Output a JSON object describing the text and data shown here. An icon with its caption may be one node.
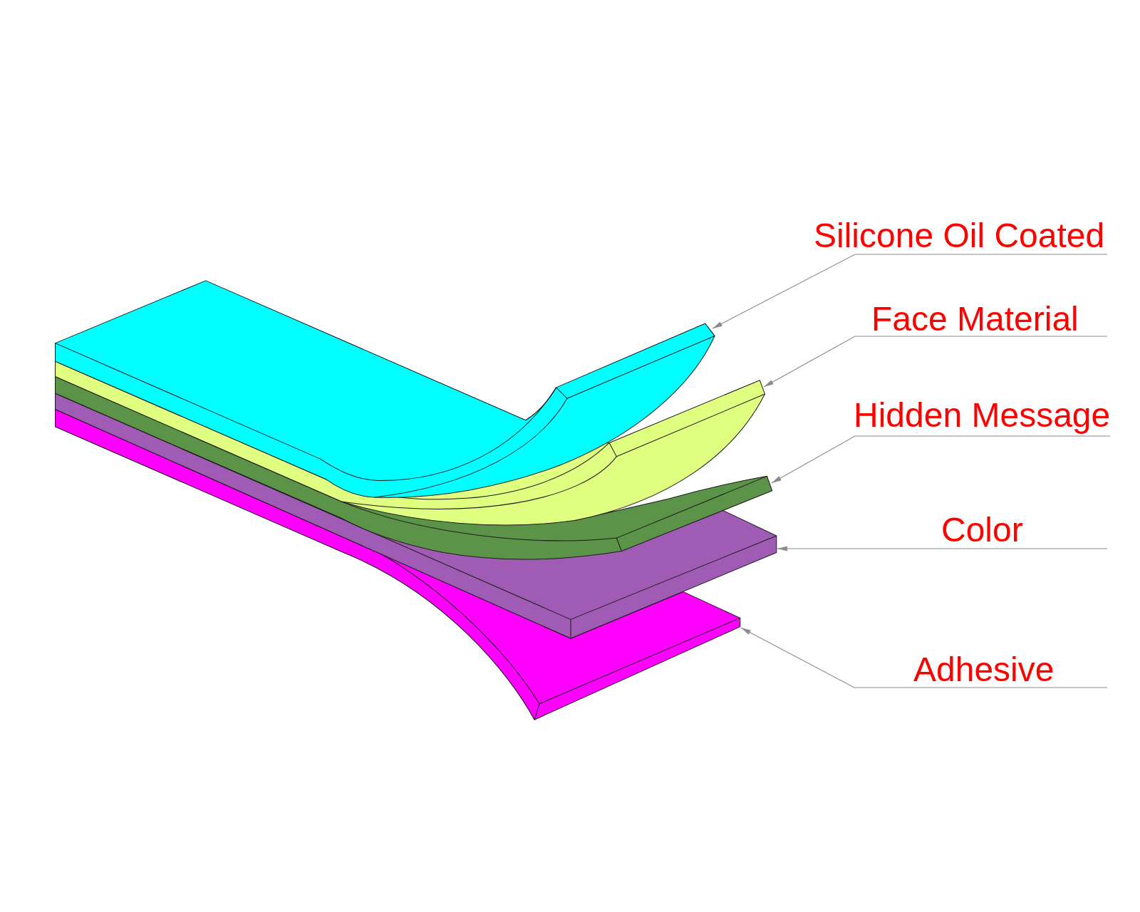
{
  "diagram": {
    "nodes": [
      {
        "text": [],
        "shape": "picture"
      },
      {
        "text": [],
        "shape": "picture"
      },
      {
        "text": [],
        "shape": "picture"
      },
      {
        "text": [],
        "shape": "picture"
      },
      {
        "text": [],
        "shape": "picture"
      },
      {
        "text": [
          "Silicone Oil Coated"
        ]
      },
      {
        "text": [
          "Face Material"
        ]
      },
      {
        "text": [
          "Hidden Message"
        ]
      },
      {
        "text": [
          "Color"
        ]
      },
      {
        "text": [
          "Adhesive"
        ]
      }
    ],
    "edges": [
      {
        "from": 5,
        "to": 0,
        "arrow": "to"
      },
      {
        "from": 6,
        "to": 1,
        "arrow": "to"
      },
      {
        "from": 7,
        "to": 2,
        "arrow": "to"
      },
      {
        "from": 8,
        "to": 3,
        "arrow": "to"
      },
      {
        "from": 9,
        "to": 4,
        "arrow": "to"
      }
    ]
  }
}
